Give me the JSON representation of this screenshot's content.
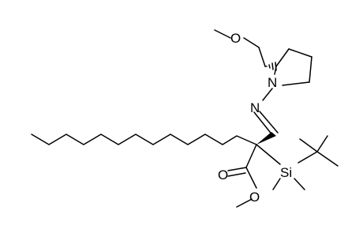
{
  "structure": {
    "atoms": {
      "methoxymethyl_O": "O",
      "pyrrolidine_N": "N",
      "imine_N": "N",
      "silicon": "Si",
      "carbonyl_O": "O",
      "ester_O": "O"
    }
  }
}
